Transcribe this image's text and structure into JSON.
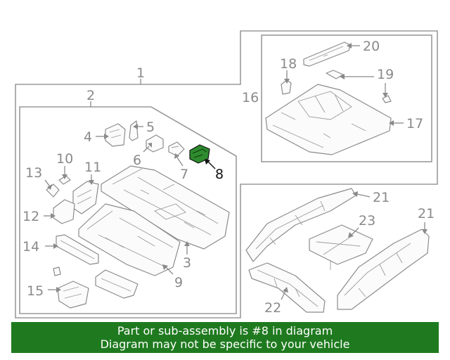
{
  "callouts": {
    "c1": "1",
    "c2": "2",
    "c3": "3",
    "c4": "4",
    "c5": "5",
    "c6": "6",
    "c7": "7",
    "c8": "8",
    "c9": "9",
    "c10": "10",
    "c11": "11",
    "c12": "12",
    "c13": "13",
    "c14": "14",
    "c15": "15",
    "c16": "16",
    "c17": "17",
    "c18": "18",
    "c19": "19",
    "c20": "20",
    "c21a": "21",
    "c21b": "21",
    "c22": "22",
    "c23": "23"
  },
  "highlight_part": "8",
  "colors": {
    "banner": "#1f7a1f",
    "highlight_part": "#2e8b2e",
    "line": "#8c8c8c"
  },
  "footer": {
    "line1": "Part or sub-assembly is #8 in diagram",
    "line2": "Diagram may not be specific to your vehicle"
  }
}
